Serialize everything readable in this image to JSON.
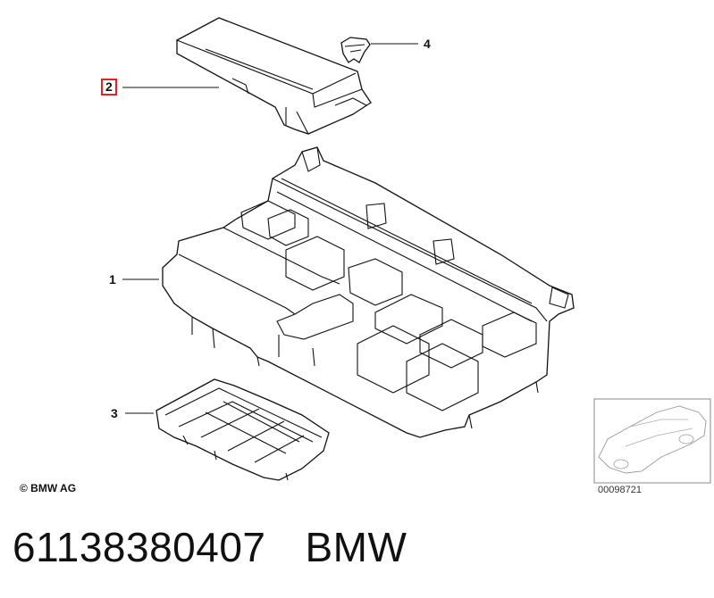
{
  "callouts": {
    "c1": "1",
    "c2": "2",
    "c3": "3",
    "c4": "4"
  },
  "highlight_color": "#e02424",
  "copyright": "© BMW AG",
  "diagram_number": "00098721",
  "part_number": "61138380407",
  "brand": "BMW"
}
